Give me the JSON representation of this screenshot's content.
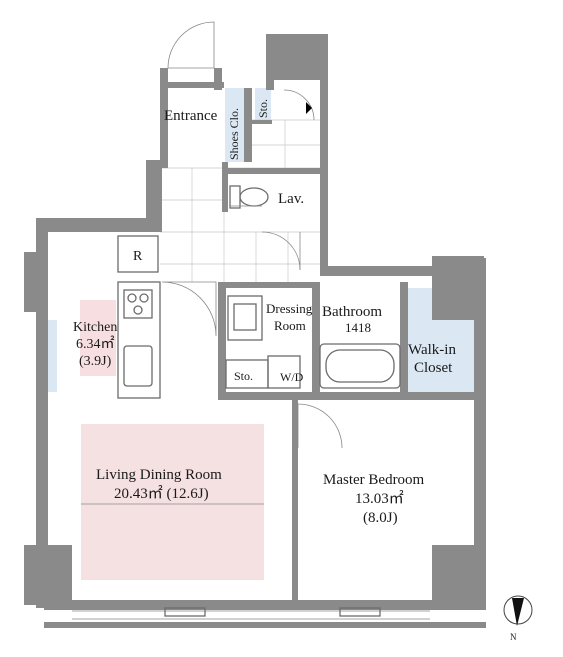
{
  "floor_plan": {
    "rooms": {
      "entrance": "Entrance",
      "shoes_closet": "Shoes Clo.",
      "storage_top": "Sto.",
      "lavatory": "Lav.",
      "refrigerator": "R",
      "kitchen": {
        "name": "Kitchen",
        "area": "6.34㎡",
        "tatami": "(3.9J)"
      },
      "dressing_room": {
        "line1": "Dressing",
        "line2": "Room"
      },
      "bathroom": {
        "name": "Bathroom",
        "size": "1418"
      },
      "walk_in_closet": {
        "line1": "Walk-in",
        "line2": "Closet"
      },
      "storage_mid": "Sto.",
      "washer_dryer": "W/D",
      "living_dining": {
        "name": "Living Dining Room",
        "area_tatami": "20.43㎡ (12.6J)"
      },
      "master_bedroom": {
        "name": "Master Bedroom",
        "area": "13.03㎡",
        "tatami": "(8.0J)"
      }
    },
    "compass": {
      "label": "N"
    },
    "colors": {
      "wall": "#8a8a8a",
      "highlight": "#f6e1e2",
      "kitchen_highlight": "#f7dfe1",
      "closet_fill": "#dbe8f3",
      "tile_grid": "#c9c9c9"
    }
  }
}
